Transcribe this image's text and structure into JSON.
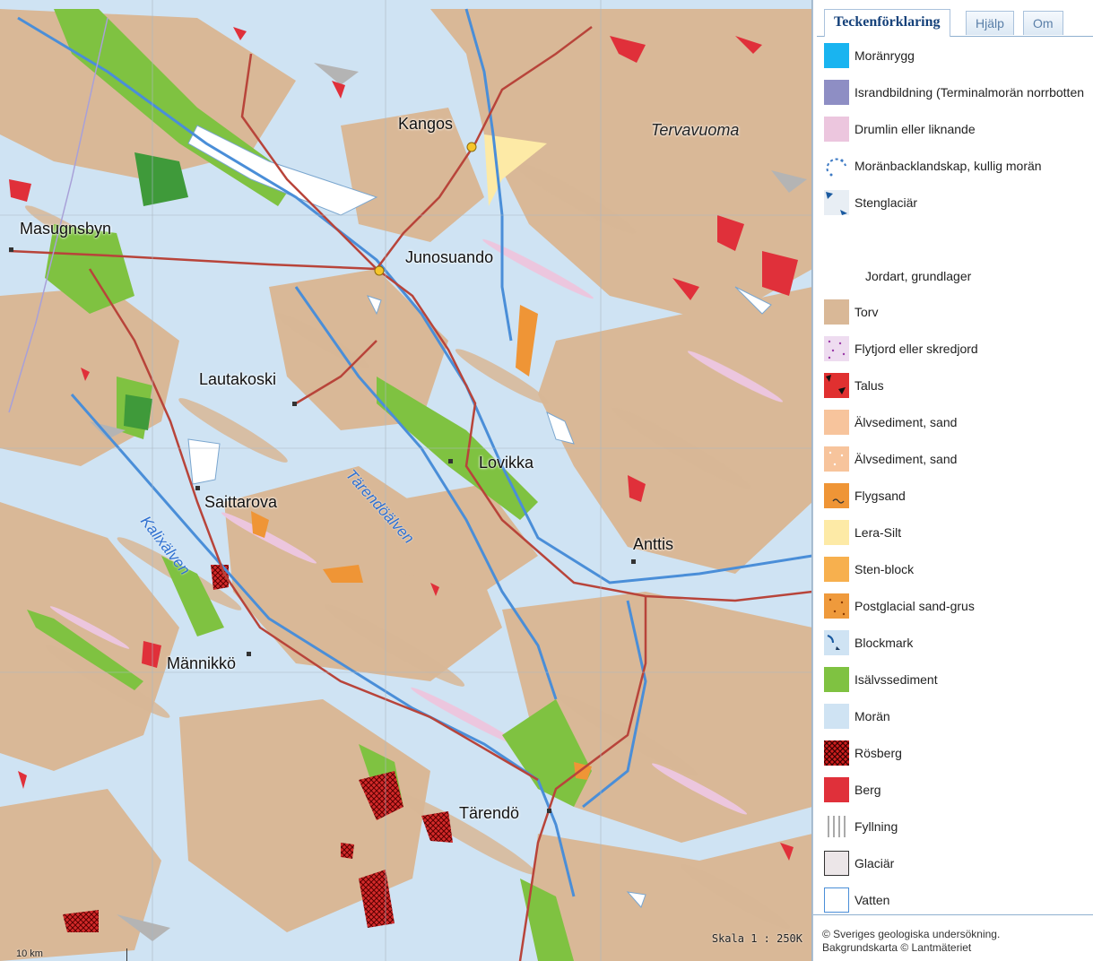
{
  "map": {
    "places": [
      {
        "id": "kangos",
        "label": "Kangos"
      },
      {
        "id": "tervavuoma",
        "label": "Tervavuoma"
      },
      {
        "id": "masugnsbyn",
        "label": "Masugnsbyn"
      },
      {
        "id": "junosuando",
        "label": "Junosuando"
      },
      {
        "id": "lautakoski",
        "label": "Lautakoski"
      },
      {
        "id": "lovikka",
        "label": "Lovikka"
      },
      {
        "id": "saittarova",
        "label": "Saittarova"
      },
      {
        "id": "anttis",
        "label": "Anttis"
      },
      {
        "id": "mannikko",
        "label": "Männikkö"
      },
      {
        "id": "tarendo",
        "label": "Tärendö"
      }
    ],
    "rivers": [
      {
        "id": "tarendoalven",
        "label": "Tärendöälven"
      },
      {
        "id": "kalixalven",
        "label": "Kalixälven"
      }
    ],
    "scale_text": "Skala 1 : 250K",
    "scalebar_label": "10 km"
  },
  "panel": {
    "tabs": [
      {
        "label": "Teckenförklaring",
        "active": true
      },
      {
        "label": "Hjälp",
        "active": false
      },
      {
        "label": "Om",
        "active": false
      }
    ],
    "legend": [
      {
        "label": "Moränrygg",
        "color": "#19b4f0",
        "icon": "solid-swatch"
      },
      {
        "label": "Israndbildning (Terminalmorän norrbotten",
        "color": "#8e8ec4",
        "icon": "solid-swatch"
      },
      {
        "label": "Drumlin eller liknande",
        "color": "#ecc6de",
        "icon": "solid-swatch"
      },
      {
        "label": "Moränbacklandskap, kullig morän",
        "color": "#3d7ac4",
        "icon": "arc-dots-icon"
      },
      {
        "label": "Stenglaciär",
        "color": "#2a6ab0",
        "icon": "stenglaciar-icon"
      },
      {
        "label": "Torv",
        "color": "#d9b897",
        "icon": "solid-swatch"
      },
      {
        "label": "Flytjord eller skredjord",
        "color": "#eedcf0",
        "icon": "purple-dots-icon"
      },
      {
        "label": "Talus",
        "color": "#e03030",
        "icon": "talus-icon"
      },
      {
        "label": "Älvsediment, sand",
        "color": "#f7c49c",
        "icon": "solid-swatch"
      },
      {
        "label": "Älvsediment, sand",
        "color": "#f7c49c",
        "icon": "dotted-swatch"
      },
      {
        "label": "Flygsand",
        "color": "#ef9536",
        "icon": "wave-icon"
      },
      {
        "label": "Lera-Silt",
        "color": "#fdeaa6",
        "icon": "solid-swatch"
      },
      {
        "label": "Sten-block",
        "color": "#f7b04e",
        "icon": "solid-swatch"
      },
      {
        "label": "Postglacial sand-grus",
        "color": "#ef9a3c",
        "icon": "orange-dots-icon"
      },
      {
        "label": "Blockmark",
        "color": "#cfe3f3",
        "icon": "blockmark-icon"
      },
      {
        "label": "Isälvssediment",
        "color": "#7fc241",
        "icon": "solid-swatch"
      },
      {
        "label": "Morän",
        "color": "#cfe3f3",
        "icon": "solid-swatch"
      },
      {
        "label": "Rösberg",
        "color": "#cf1f1f",
        "icon": "crosshatch-icon"
      },
      {
        "label": "Berg",
        "color": "#e0303a",
        "icon": "solid-swatch"
      },
      {
        "label": "Fyllning",
        "color": "#555555",
        "icon": "vertical-lines-icon"
      },
      {
        "label": "Glaciär",
        "color": "#ece6e8",
        "icon": "bordered-swatch"
      },
      {
        "label": "Vatten",
        "color": "#ffffff",
        "icon": "water-swatch"
      }
    ],
    "legend_heading": "Jordart, grundlager",
    "footer": {
      "line1": "© Sveriges geologiska undersökning.",
      "line2": "Bakgrundskarta © Lantmäteriet"
    }
  }
}
